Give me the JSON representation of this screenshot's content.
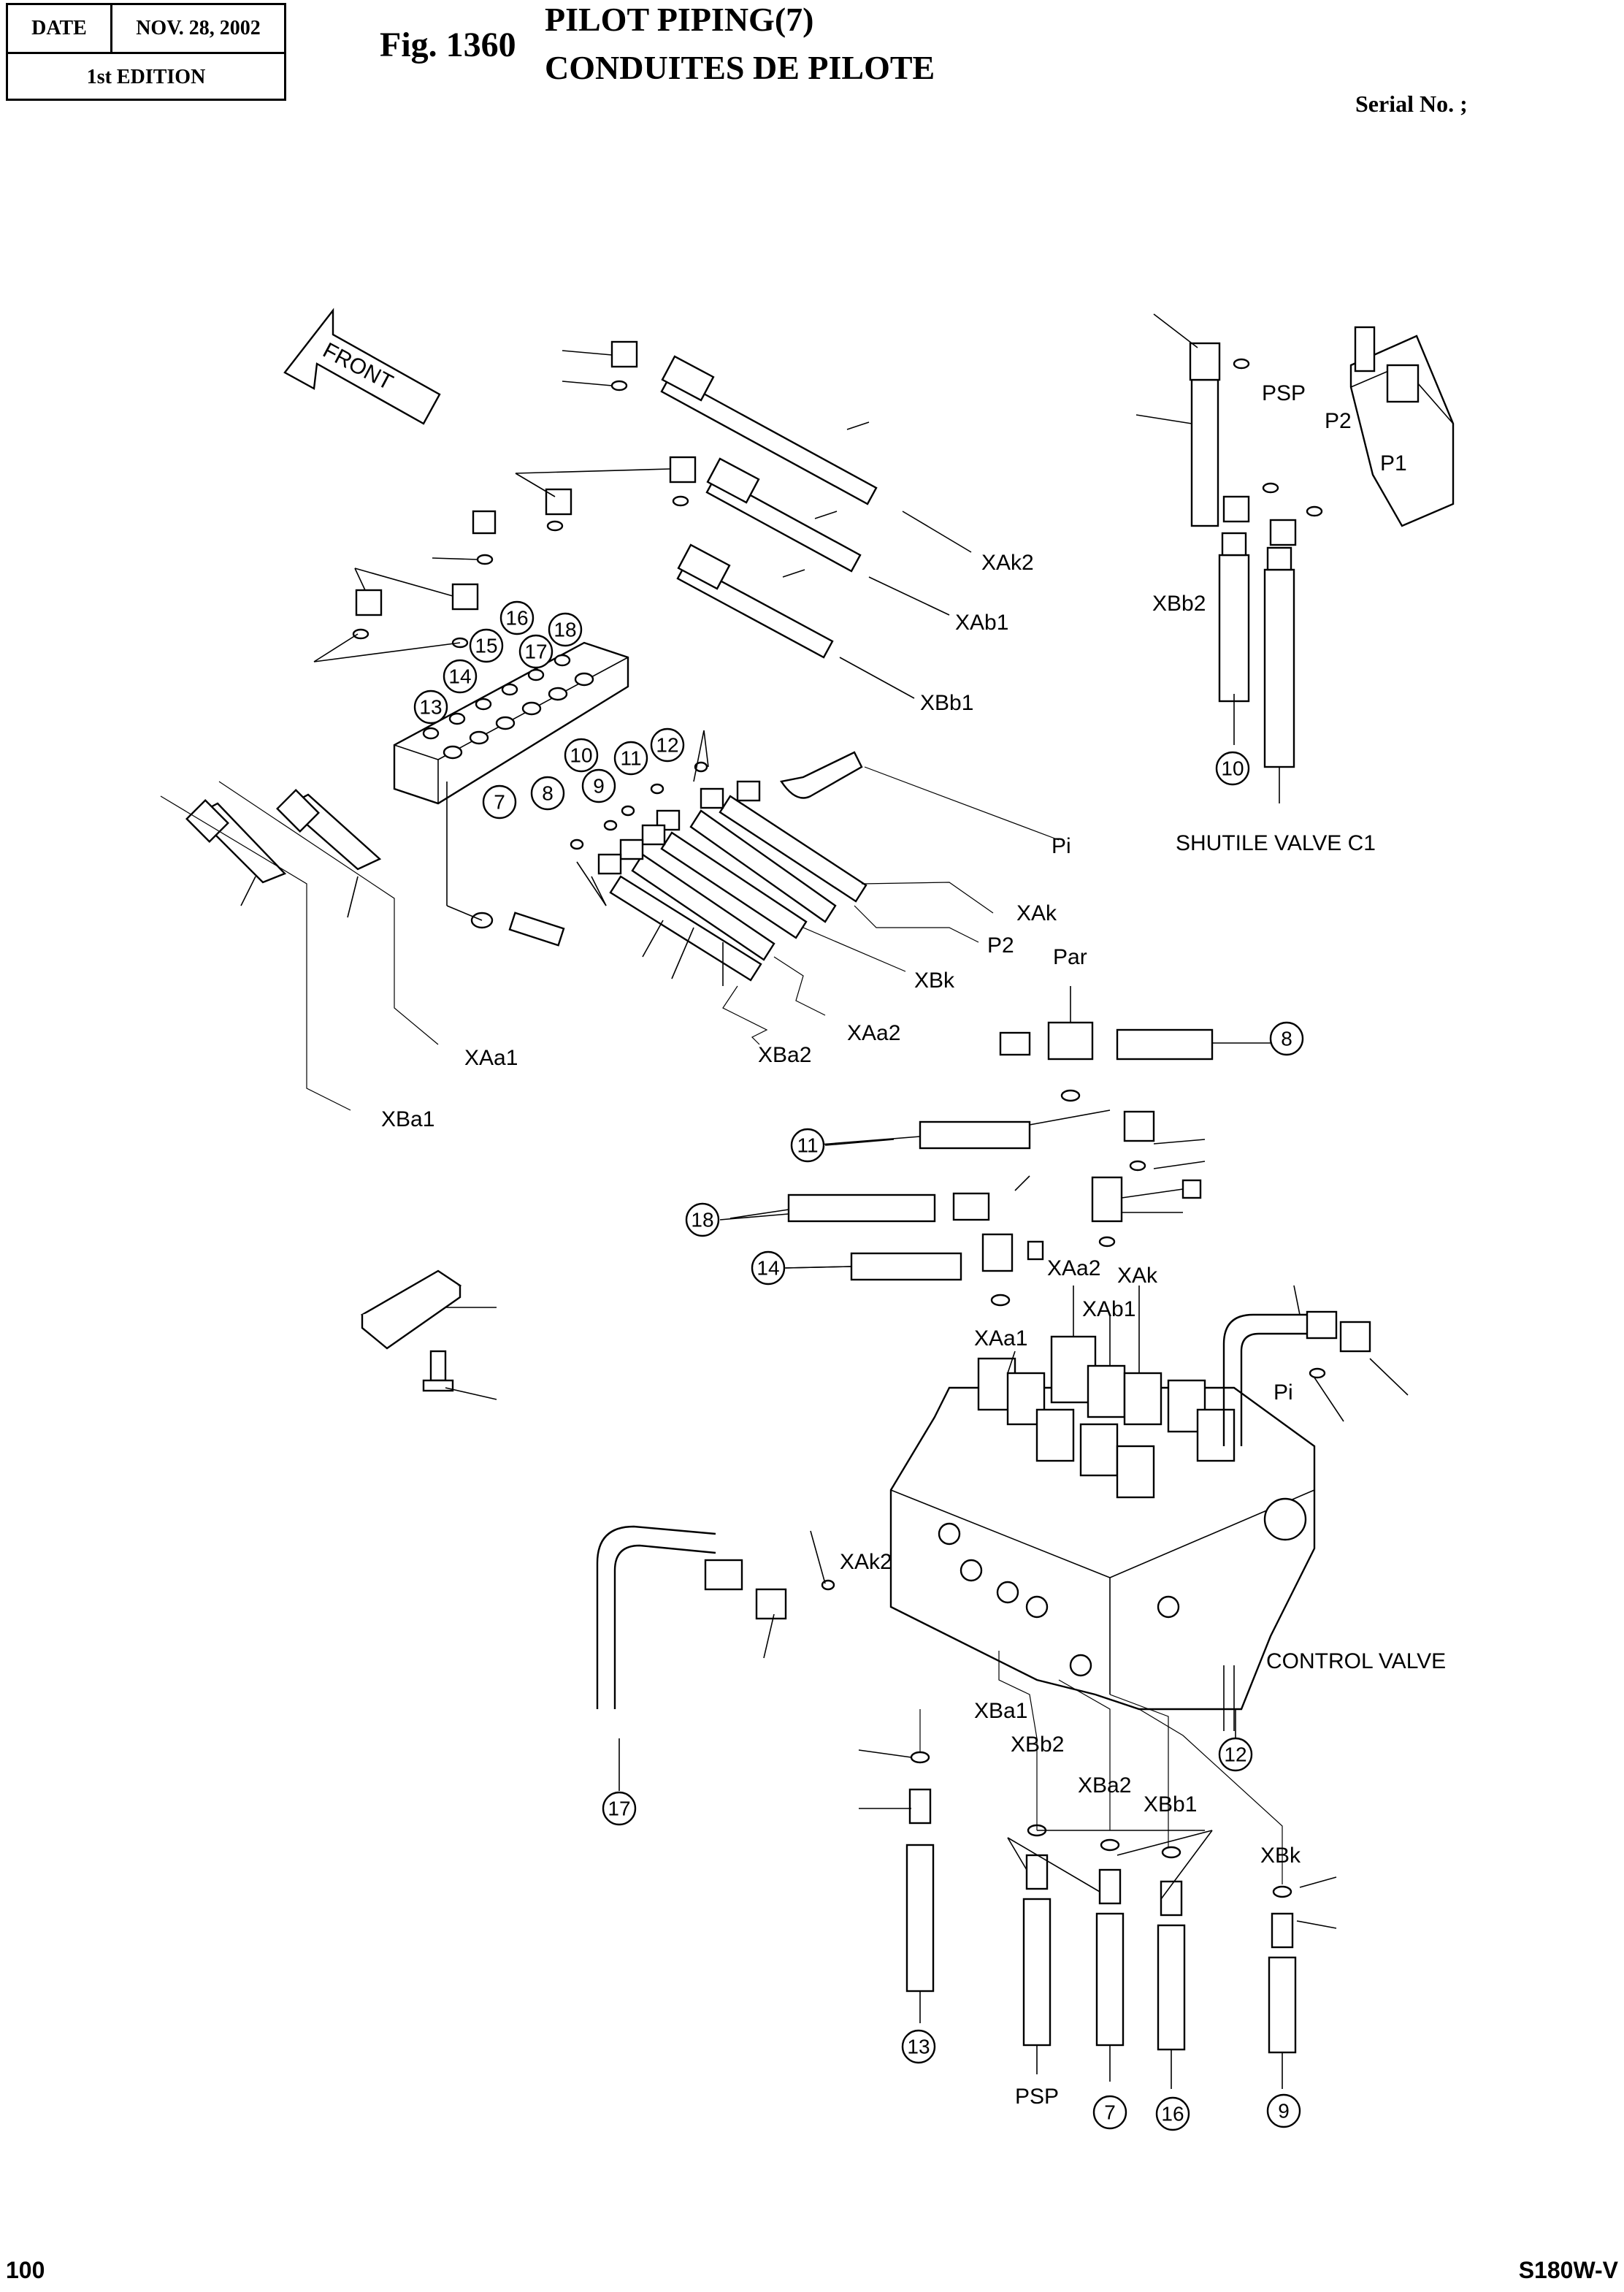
{
  "header": {
    "date_label": "DATE",
    "date_value": "NOV. 28, 2002",
    "edition": "1st EDITION",
    "fig_number": "Fig. 1360",
    "title_en": "PILOT PIPING(7)",
    "title_fr": "CONDUITES DE PILOTE",
    "serial": "Serial No. ;"
  },
  "front_arrow": "FRONT",
  "callouts": [
    "7",
    "8",
    "9",
    "10",
    "11",
    "12",
    "13",
    "14",
    "15",
    "16",
    "17",
    "18"
  ],
  "labels": {
    "XAk2": "XAk2",
    "XAb1": "XAb1",
    "XBb1": "XBb1",
    "XBb2": "XBb2",
    "Pi": "Pi",
    "XAk": "XAk",
    "P2": "P2",
    "XBk": "XBk",
    "XAa2": "XAa2",
    "XBa2": "XBa2",
    "XAa1": "XAa1",
    "XBa1": "XBa1",
    "PSP": "PSP",
    "P1": "P1",
    "Par": "Par",
    "shuttle": "SHUTILE VALVE C1",
    "control_valve": "CONTROL VALVE",
    "XAk_lower": "XAk",
    "XAb1_lower": "XAb1",
    "XAa2_lower": "XAa2",
    "XAa1_lower": "XAa1",
    "XAk2_lower": "XAk2",
    "Pi_lower": "Pi",
    "XBa1_lower": "XBa1",
    "XBb2_lower": "XBb2",
    "XBa2_lower": "XBa2",
    "XBb1_lower": "XBb1",
    "XBk_lower": "XBk",
    "PSP_lower": "PSP"
  },
  "footer": {
    "page": "100",
    "model": "S180W-V"
  }
}
